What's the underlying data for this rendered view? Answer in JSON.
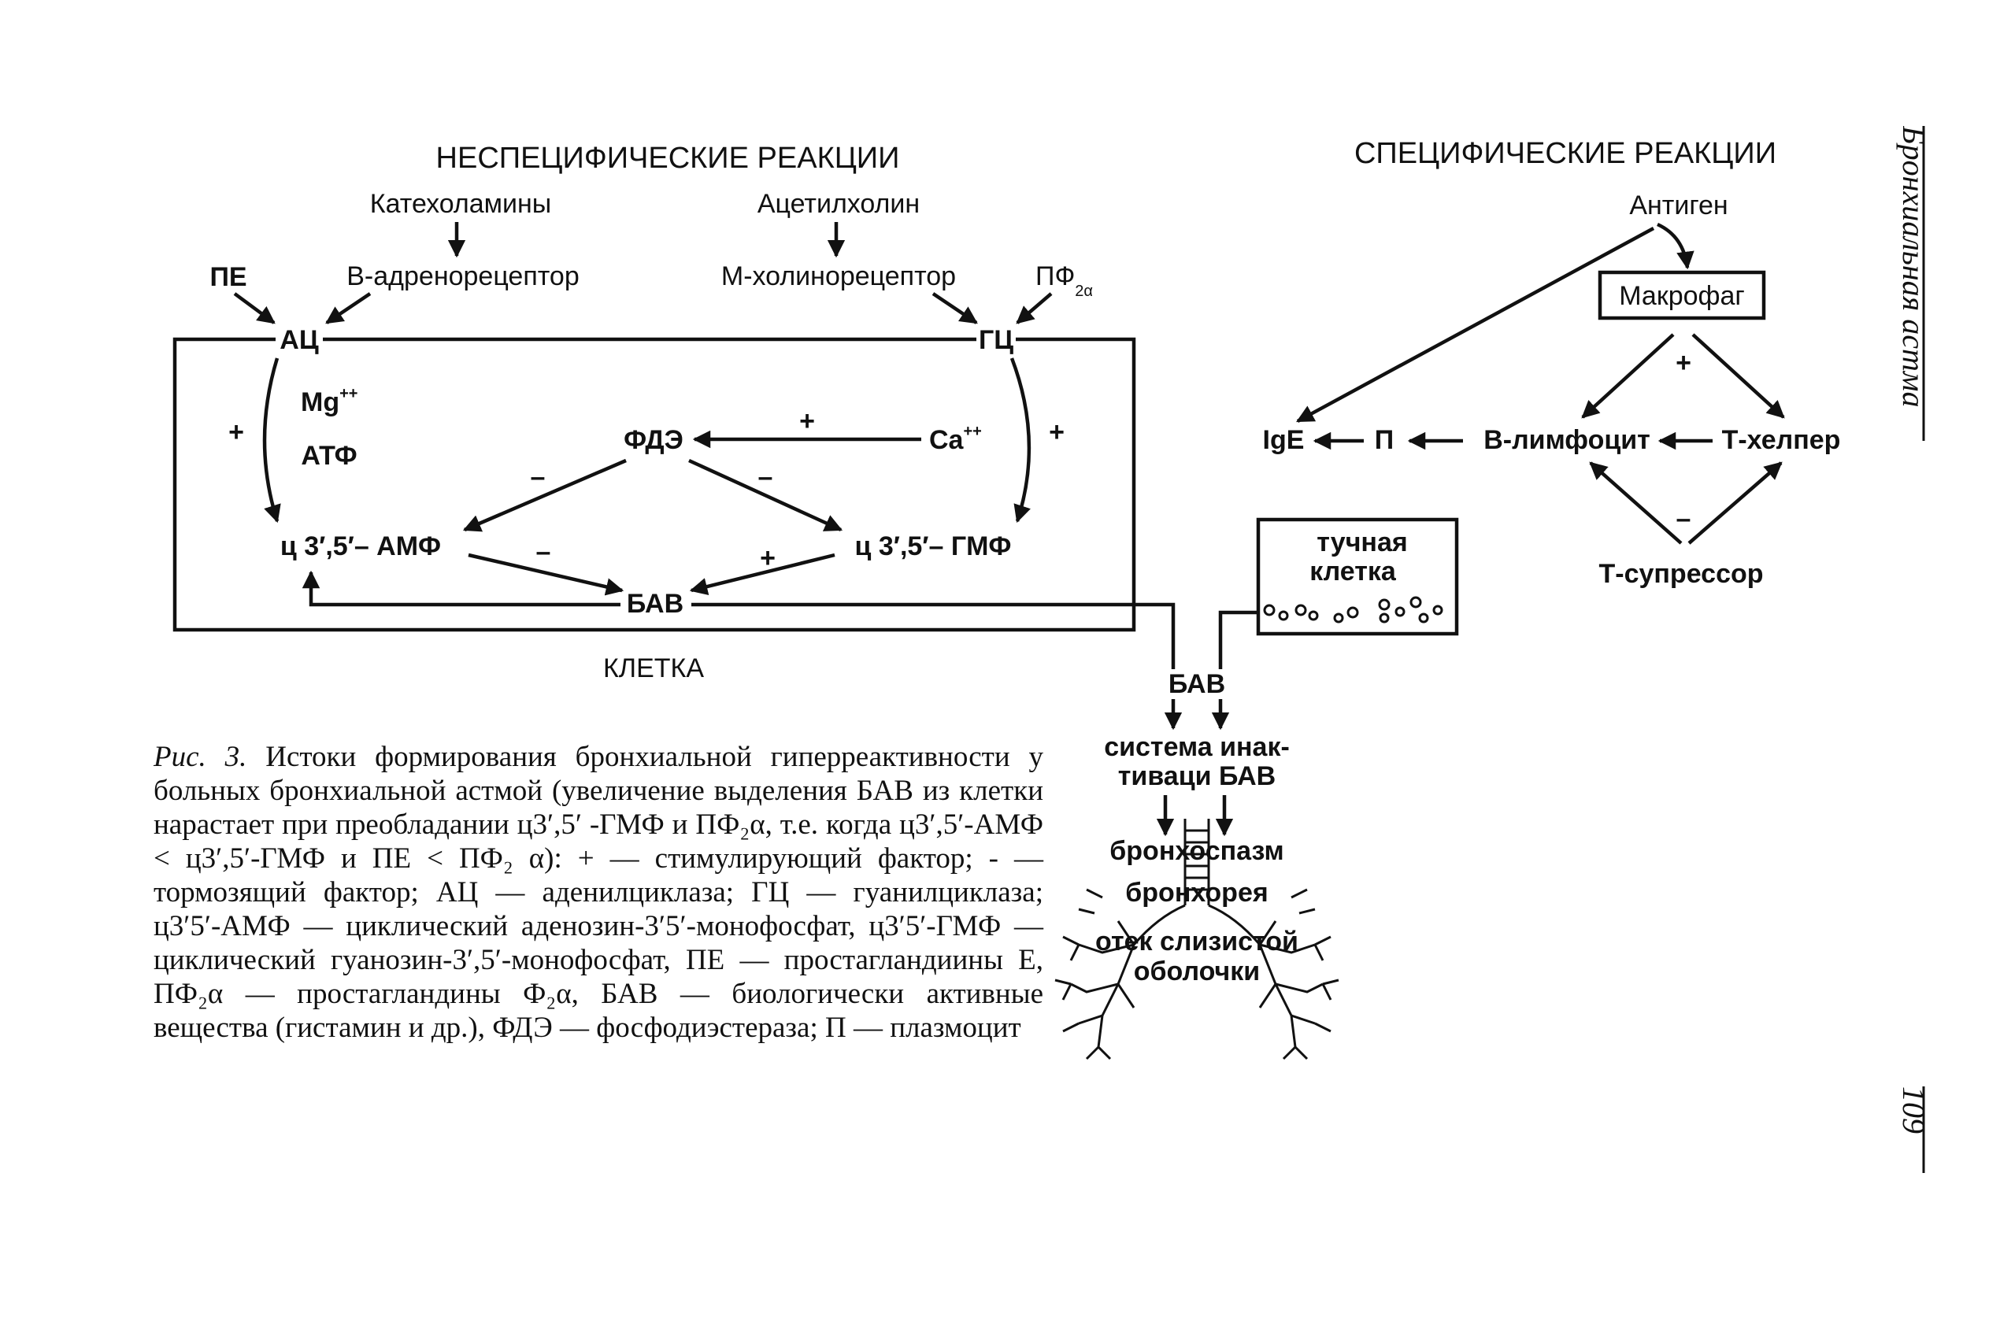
{
  "headings": {
    "nonspecific": "НЕСПЕЦИФИЧЕСКИЕ РЕАКЦИИ",
    "specific": "СПЕЦИФИЧЕСКИЕ РЕАКЦИИ"
  },
  "nonspecific": {
    "catecholamines": "Катехоламины",
    "acetylcholine": "Ацетилхолин",
    "pe": "ПЕ",
    "b_adrenoreceptor": "В-адренорецептор",
    "m_cholinoreceptor": "М-холинорецептор",
    "pf": "ПФ",
    "pf_sub": "2α",
    "ac": "АЦ",
    "gc": "ГЦ",
    "mg": "Mg",
    "mg_sup": "++",
    "atp": "АТФ",
    "pde": "ФДЭ",
    "ca": "Ca",
    "ca_sup": "++",
    "camp": "ц 3′,5′– АМФ",
    "cgmp": "ц 3′,5′– ГМФ",
    "bav": "БАВ",
    "cell": "КЛЕТКА",
    "plus": "+",
    "minus": "–"
  },
  "specific": {
    "antigen": "Антиген",
    "macrophage": "Макрофаг",
    "ige": "IgE",
    "plasmocyte": "П",
    "b_lymphocyte": "В-лимфоцит",
    "t_helper": "Т-хелпер",
    "t_suppressor": "Т-супрессор",
    "mast_cell_line1": "тучная",
    "mast_cell_line2": "клетка",
    "plus": "+",
    "minus": "–"
  },
  "effects": {
    "bav": "БАВ",
    "inact_line1": "система инак-",
    "inact_line2": "тиваци БАВ",
    "bronchospasm": "бронхоспазм",
    "bronchorrhea": "бронхорея",
    "edema_line1": "отек слизистой",
    "edema_line2": "оболочки"
  },
  "caption": {
    "lead": "Рис. 3.",
    "text": "Истоки формирования бронхиальной гиперреактивности у больных бронхиальной астмой (увеличение выделения БАВ из клетки нарастает при преобладании ц3′,5′ -ГМФ и ПФ₂α, т.е. когда ц3′,5′-АМФ < ц3′,5′-ГМФ и ПЕ < ПФ₂ α): + — стимулирующий фактор; - — тормозящий фактор; АЦ — аденилциклаза; ГЦ — гуанилциклаза; ц3′5′-АМФ — циклический аденозин-3′5′-монофосфат, ц3′5′-ГМФ — циклический гуанозин-3′,5′-монофосфат, ПЕ — простагландиины Е, ПФ₂α — простагландины Ф₂α, БАВ — биологически активные вещества (гистамин и др.), ФДЭ — фосфодиэстераза; П — плазмоцит"
  },
  "running_head": "Бронхиальная астма",
  "page_number": "109"
}
